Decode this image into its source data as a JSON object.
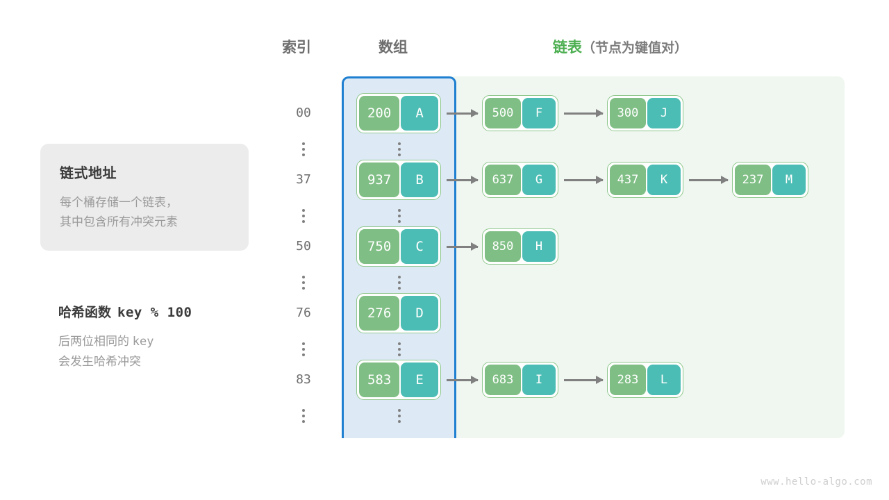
{
  "headers": {
    "index": "索引",
    "array": "数组",
    "list": "链表",
    "list_note": "（节点为键值对）"
  },
  "info_card": {
    "title": "链式地址",
    "line1": "每个桶存储一个链表，",
    "line2": "其中包含所有冲突元素"
  },
  "hash_note": {
    "title": "哈希函数",
    "formula": "key % 100",
    "line1_prefix": "后两位相同的",
    "line1_mono": "key",
    "line2": "会发生哈希冲突"
  },
  "colors": {
    "key_cell": "#7fbe84",
    "value_cell": "#4cbdb4",
    "node_border": "#8ec78c",
    "array_panel_bg": "#ddeaf6",
    "array_panel_border": "#1f7fd0",
    "list_panel_bg": "#f0f7f0",
    "arrow": "#808080",
    "header_green": "#4caf50",
    "header_gray": "#6e6e6e",
    "card_bg": "#ececec",
    "muted_text": "#9a9a9a"
  },
  "ellipsis_glyph": "⋮",
  "rows": [
    {
      "index": "00",
      "bucket": {
        "key": "200",
        "value": "A"
      },
      "chain": [
        {
          "key": "500",
          "value": "F"
        },
        {
          "key": "300",
          "value": "J"
        }
      ]
    },
    {
      "index": "37",
      "bucket": {
        "key": "937",
        "value": "B"
      },
      "chain": [
        {
          "key": "637",
          "value": "G"
        },
        {
          "key": "437",
          "value": "K"
        },
        {
          "key": "237",
          "value": "M"
        }
      ]
    },
    {
      "index": "50",
      "bucket": {
        "key": "750",
        "value": "C"
      },
      "chain": [
        {
          "key": "850",
          "value": "H"
        }
      ]
    },
    {
      "index": "76",
      "bucket": {
        "key": "276",
        "value": "D"
      },
      "chain": []
    },
    {
      "index": "83",
      "bucket": {
        "key": "583",
        "value": "E"
      },
      "chain": [
        {
          "key": "683",
          "value": "I"
        },
        {
          "key": "283",
          "value": "L"
        }
      ]
    }
  ],
  "footer": "www.hello-algo.com"
}
